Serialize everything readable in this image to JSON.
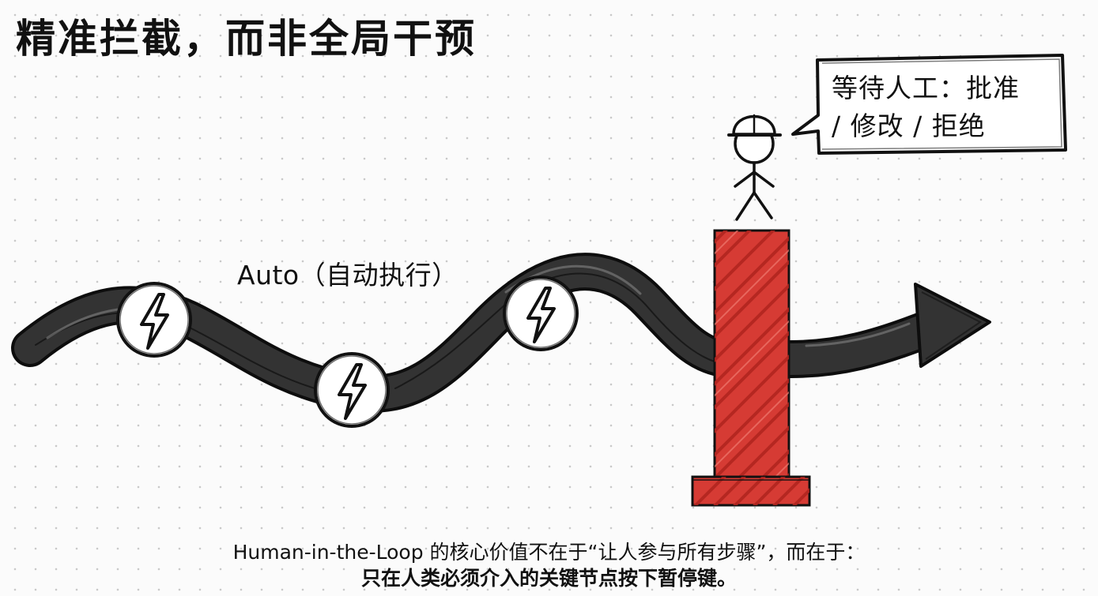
{
  "title": "精准拦截，而非全局干预",
  "callout": {
    "line1": "等待人工：批准",
    "line2": "/ 修改 / 拒绝"
  },
  "auto_label": "Auto（自动执行）",
  "caption": {
    "line1": "Human-in-the-Loop 的核心价值不在于“让人参与所有步骤”，而在于：",
    "line2": "只在人类必须介入的关键节点按下暂停键。"
  },
  "icons": {
    "step_icon": "lightning-bolt-icon",
    "person_icon": "stick-figure-with-hard-hat-icon",
    "barrier_icon": "red-barrier-post"
  },
  "colors": {
    "path": "#333333",
    "path_outline": "#0d0d0d",
    "barrier": "#d63b34",
    "barrier_hatch": "#b22520",
    "ink": "#111111"
  }
}
